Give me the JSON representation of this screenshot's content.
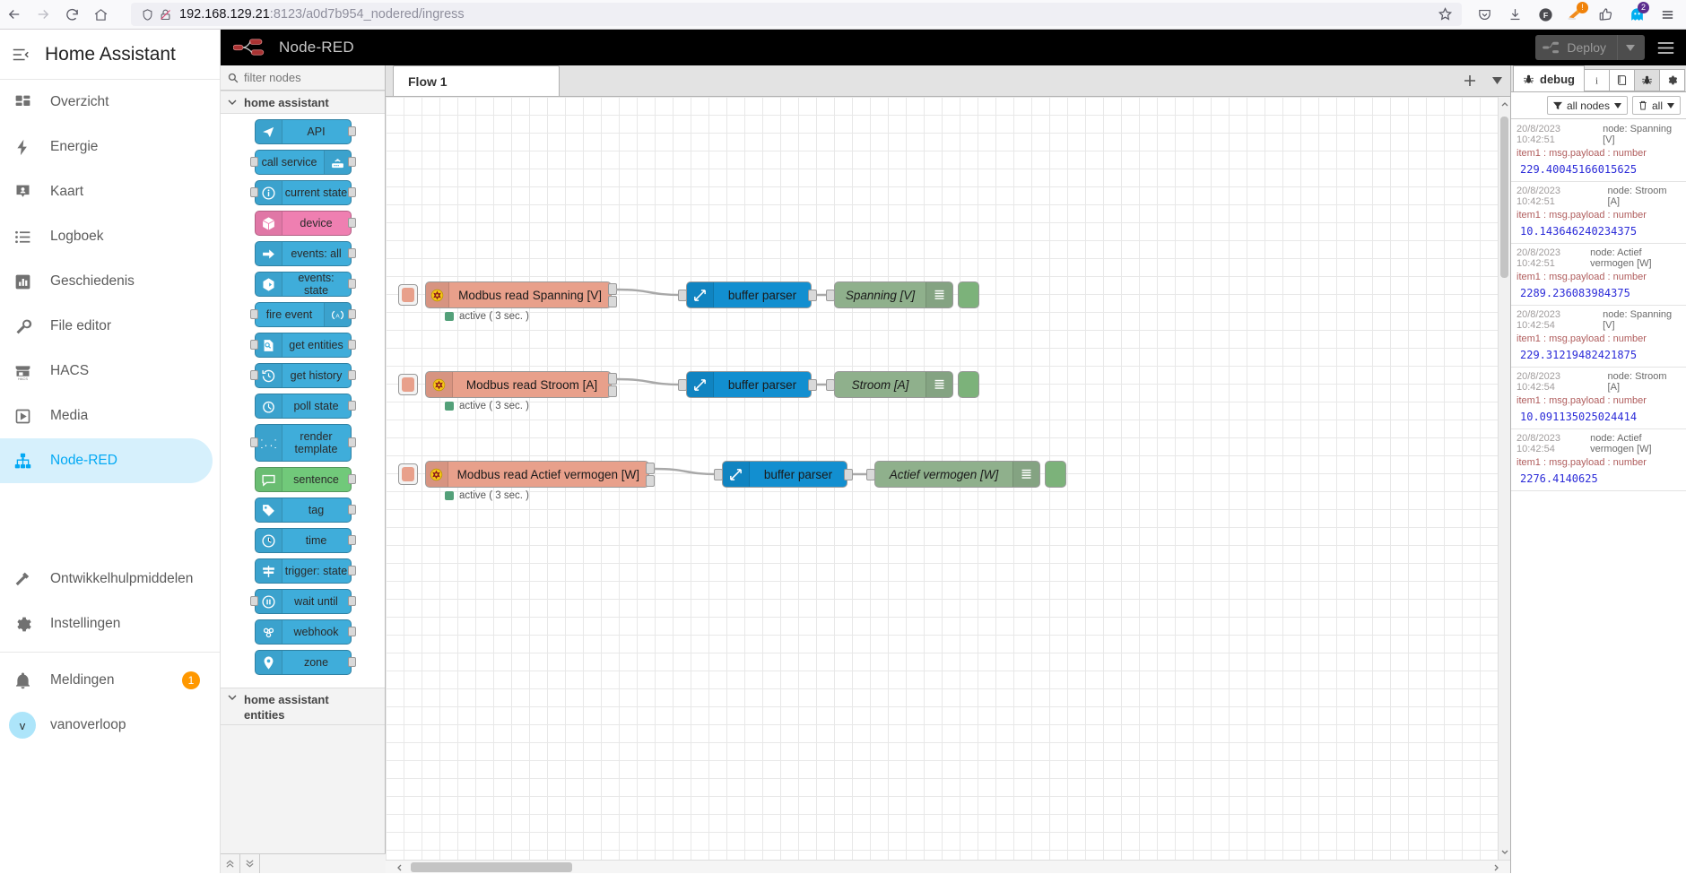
{
  "browser": {
    "back_icon": "arrow-left-icon",
    "forward_icon": "arrow-right-icon",
    "reload_icon": "reload-icon",
    "home_icon": "home-icon",
    "shield_icon": "shield-icon",
    "lock_broken_icon": "lock-broken-icon",
    "url_host": "192.168.129.21",
    "url_rest": ":8123/a0d7b954_nodered/ingress",
    "star_icon": "bookmark-star-icon",
    "extensions": [
      {
        "name": "pocket-icon",
        "badge": "",
        "badge_color": ""
      },
      {
        "name": "downloads-icon",
        "badge": "",
        "badge_color": ""
      },
      {
        "name": "firefox-account-icon",
        "badge": "",
        "badge_color": ""
      },
      {
        "name": "orange-extension-icon",
        "badge": "!",
        "badge_color": "#f0820a"
      },
      {
        "name": "thumbs-up-extension-icon",
        "badge": "",
        "badge_color": ""
      },
      {
        "name": "ghost-extension-icon",
        "badge": "2",
        "badge_color": "#5b2d8e"
      },
      {
        "name": "app-menu-icon",
        "badge": "",
        "badge_color": ""
      }
    ]
  },
  "home_assistant": {
    "menu_icon": "menu-collapse-icon",
    "title": "Home Assistant",
    "items": [
      {
        "label": "Overzicht",
        "icon": "view-dashboard-icon",
        "active": false
      },
      {
        "label": "Energie",
        "icon": "lightning-bolt-icon",
        "active": false
      },
      {
        "label": "Kaart",
        "icon": "map-marker-account-icon",
        "active": false
      },
      {
        "label": "Logboek",
        "icon": "format-list-bulleted-icon",
        "active": false
      },
      {
        "label": "Geschiedenis",
        "icon": "chart-box-icon",
        "active": false
      },
      {
        "label": "File editor",
        "icon": "wrench-icon",
        "active": false
      },
      {
        "label": "HACS",
        "icon": "hacs-storefront-icon",
        "active": false
      },
      {
        "label": "Media",
        "icon": "play-box-outline-icon",
        "active": false
      },
      {
        "label": "Node-RED",
        "icon": "sitemap-icon",
        "active": true
      }
    ],
    "bottom_items": [
      {
        "label": "Ontwikkelhulpmiddelen",
        "icon": "hammer-icon"
      },
      {
        "label": "Instellingen",
        "icon": "cog-icon"
      }
    ],
    "notifications": {
      "label": "Meldingen",
      "icon": "bell-icon",
      "badge": "1",
      "badge_color": "#ff9800"
    },
    "user": {
      "label": "vanoverloop",
      "avatar_initial": "v",
      "avatar_color": "#ade5fa"
    }
  },
  "nodered": {
    "logo_icon": "node-red-logo-icon",
    "title": "Node-RED",
    "deploy": {
      "label": "Deploy",
      "icon": "deploy-icon",
      "caret_icon": "chevron-down-icon",
      "disabled": true
    },
    "hamburger_icon": "hamburger-menu-icon",
    "palette": {
      "search_placeholder": "filter nodes",
      "search_icon": "search-icon",
      "search_value": "",
      "categories": [
        {
          "label": "home assistant",
          "chevron_icon": "chevron-down-icon",
          "expanded": true,
          "nodes": [
            {
              "label": "API",
              "color": "#3fadda",
              "text_color": "#1a1a1a",
              "icon": "paper-plane-icon",
              "icon_side": "left",
              "in": false,
              "out": true,
              "tall": false
            },
            {
              "label": "call service",
              "color": "#3fadda",
              "text_color": "#1a1a1a",
              "icon": "router-icon",
              "icon_side": "right",
              "in": true,
              "out": true,
              "tall": false
            },
            {
              "label": "current state",
              "color": "#3fadda",
              "text_color": "#1a1a1a",
              "icon": "info-circle-icon",
              "icon_side": "left",
              "in": true,
              "out": true,
              "tall": false
            },
            {
              "label": "device",
              "color": "#ef7fb1",
              "text_color": "#1a1a1a",
              "icon": "cube-icon",
              "icon_side": "left",
              "in": false,
              "out": true,
              "tall": false
            },
            {
              "label": "events: all",
              "color": "#3fadda",
              "text_color": "#1a1a1a",
              "icon": "arrow-right-icon",
              "icon_side": "left",
              "in": false,
              "out": true,
              "tall": false
            },
            {
              "label": "events: state",
              "color": "#3fadda",
              "text_color": "#1a1a1a",
              "icon": "hexagon-arrow-icon",
              "icon_side": "left",
              "in": false,
              "out": true,
              "tall": false
            },
            {
              "label": "fire event",
              "color": "#3fadda",
              "text_color": "#1a1a1a",
              "icon": "broadcast-icon",
              "icon_side": "right",
              "in": true,
              "out": true,
              "tall": false
            },
            {
              "label": "get entities",
              "color": "#3fadda",
              "text_color": "#1a1a1a",
              "icon": "file-search-icon",
              "icon_side": "left",
              "in": true,
              "out": true,
              "tall": false
            },
            {
              "label": "get history",
              "color": "#3fadda",
              "text_color": "#1a1a1a",
              "icon": "history-icon",
              "icon_side": "left",
              "in": true,
              "out": true,
              "tall": false
            },
            {
              "label": "poll state",
              "color": "#3fadda",
              "text_color": "#1a1a1a",
              "icon": "timer-icon",
              "icon_side": "left",
              "in": false,
              "out": true,
              "tall": false
            },
            {
              "label": "render template",
              "color": "#3fadda",
              "text_color": "#1a1a1a",
              "icon": "braces-icon",
              "icon_side": "left",
              "in": true,
              "out": true,
              "tall": true
            },
            {
              "label": "sentence",
              "color": "#71c97a",
              "text_color": "#1a1a1a",
              "icon": "comment-icon",
              "icon_side": "left",
              "in": false,
              "out": true,
              "tall": false
            },
            {
              "label": "tag",
              "color": "#3fadda",
              "text_color": "#1a1a1a",
              "icon": "tag-icon",
              "icon_side": "left",
              "in": false,
              "out": true,
              "tall": false
            },
            {
              "label": "time",
              "color": "#3fadda",
              "text_color": "#1a1a1a",
              "icon": "clock-icon",
              "icon_side": "left",
              "in": false,
              "out": true,
              "tall": false
            },
            {
              "label": "trigger: state",
              "color": "#3fadda",
              "text_color": "#1a1a1a",
              "icon": "signpost-icon",
              "icon_side": "left",
              "in": false,
              "out": true,
              "tall": false
            },
            {
              "label": "wait until",
              "color": "#3fadda",
              "text_color": "#1a1a1a",
              "icon": "pause-circle-icon",
              "icon_side": "left",
              "in": true,
              "out": true,
              "tall": false
            },
            {
              "label": "webhook",
              "color": "#3fadda",
              "text_color": "#1a1a1a",
              "icon": "webhook-icon",
              "icon_side": "left",
              "in": false,
              "out": true,
              "tall": false
            },
            {
              "label": "zone",
              "color": "#3fadda",
              "text_color": "#1a1a1a",
              "icon": "map-pin-icon",
              "icon_side": "left",
              "in": false,
              "out": true,
              "tall": false
            }
          ]
        },
        {
          "label": "home assistant entities",
          "chevron_icon": "chevron-down-icon",
          "expanded": true,
          "nodes": []
        }
      ],
      "footer_buttons": [
        {
          "name": "collapse-all-button",
          "icon": "chevron-double-up-icon"
        },
        {
          "name": "expand-all-button",
          "icon": "chevron-double-down-icon"
        }
      ]
    },
    "workspace": {
      "tabs": [
        {
          "label": "Flow 1",
          "active": true
        }
      ],
      "add_tab_icon": "plus-icon",
      "tab_menu_icon": "chevron-down-icon",
      "flows": [
        {
          "row": 0,
          "source": {
            "label": "Modbus read Spanning [V]",
            "color": "#e8a08b",
            "icon": "modbus-icon",
            "status": "active ( 3 sec. )",
            "status_color": "#53a079"
          },
          "parser": {
            "label": "buffer parser",
            "color": "#128fd0",
            "icon": "resize-arrows-icon"
          },
          "sink": {
            "label": "Spanning [V]",
            "color": "#8fb08c",
            "icon": "list-lines-icon",
            "badge_color": "#7cb27a"
          }
        },
        {
          "row": 1,
          "source": {
            "label": "Modbus read Stroom [A]",
            "color": "#e8a08b",
            "icon": "modbus-icon",
            "status": "active ( 3 sec. )",
            "status_color": "#53a079"
          },
          "parser": {
            "label": "buffer parser",
            "color": "#128fd0",
            "icon": "resize-arrows-icon"
          },
          "sink": {
            "label": "Stroom [A]",
            "color": "#8fb08c",
            "icon": "list-lines-icon",
            "badge_color": "#7cb27a"
          }
        },
        {
          "row": 2,
          "source": {
            "label": "Modbus read Actief vermogen [W]",
            "color": "#e8a08b",
            "icon": "modbus-icon",
            "status": "active ( 3 sec. )",
            "status_color": "#53a079"
          },
          "parser": {
            "label": "buffer parser",
            "color": "#128fd0",
            "icon": "resize-arrows-icon"
          },
          "sink": {
            "label": "Actief vermogen [W]",
            "color": "#8fb08c",
            "icon": "list-lines-icon",
            "badge_color": "#7cb27a"
          }
        }
      ]
    },
    "debug": {
      "tab_label": "debug",
      "tab_icon": "bug-icon",
      "tools": [
        {
          "name": "info-tab",
          "icon": "info-icon",
          "active": false
        },
        {
          "name": "help-tab",
          "icon": "book-icon",
          "active": false
        },
        {
          "name": "debug-tab",
          "icon": "bug-icon",
          "active": true
        },
        {
          "name": "config-tab",
          "icon": "gear-icon",
          "active": false
        }
      ],
      "filter": {
        "label": "all nodes",
        "icon": "filter-icon",
        "caret_icon": "chevron-down-icon"
      },
      "clear": {
        "label": "all",
        "icon": "trash-icon",
        "caret_icon": "chevron-down-icon"
      },
      "messages": [
        {
          "timestamp": "20/8/2023 10:42:51",
          "node": "node: Spanning [V]",
          "meta": "item1 : msg.payload : number",
          "value": "229.40045166015625"
        },
        {
          "timestamp": "20/8/2023 10:42:51",
          "node": "node: Stroom [A]",
          "meta": "item1 : msg.payload : number",
          "value": "10.143646240234375"
        },
        {
          "timestamp": "20/8/2023 10:42:51",
          "node": "node: Actief vermogen [W]",
          "meta": "item1 : msg.payload : number",
          "value": "2289.236083984375"
        },
        {
          "timestamp": "20/8/2023 10:42:54",
          "node": "node: Spanning [V]",
          "meta": "item1 : msg.payload : number",
          "value": "229.31219482421875"
        },
        {
          "timestamp": "20/8/2023 10:42:54",
          "node": "node: Stroom [A]",
          "meta": "item1 : msg.payload : number",
          "value": "10.091135025024414"
        },
        {
          "timestamp": "20/8/2023 10:42:54",
          "node": "node: Actief vermogen [W]",
          "meta": "item1 : msg.payload : number",
          "value": "2276.4140625"
        }
      ]
    }
  }
}
